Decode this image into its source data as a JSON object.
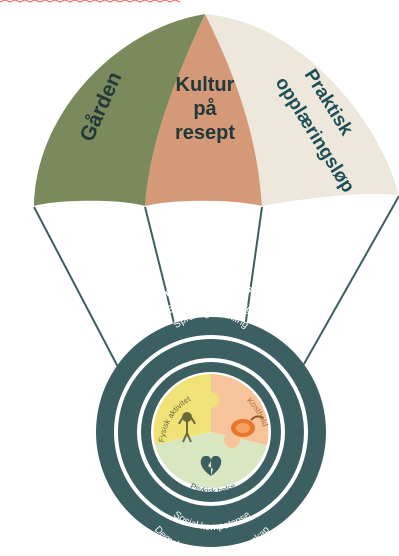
{
  "canopy": {
    "left_label": "Gården",
    "center_label_line1": "Kultur",
    "center_label_line2": "på",
    "center_label_line3": "resept",
    "right_label_line1": "Praktisk",
    "right_label_line2": "opplæringsløp"
  },
  "circle": {
    "outer_ring": "Inkluderende praksis",
    "ring_1": "Begynneropplæring",
    "ring_2": "Språklig utvikling",
    "ring_3": "Sosial kompetanse",
    "ring_4": "Demokrati og medborgerskap"
  },
  "puzzle": {
    "piece_1": "Fysisk aktivitet",
    "piece_2": "Kosthold",
    "piece_3": "Psykisk helse"
  },
  "colors": {
    "green": "#7b8a5c",
    "terracotta": "#d49a78",
    "cream": "#ede7dc",
    "teal": "#3c5f61",
    "yellow": "#f1e278",
    "peach": "#f6c39a",
    "lightgreen": "#d8e6c2"
  }
}
